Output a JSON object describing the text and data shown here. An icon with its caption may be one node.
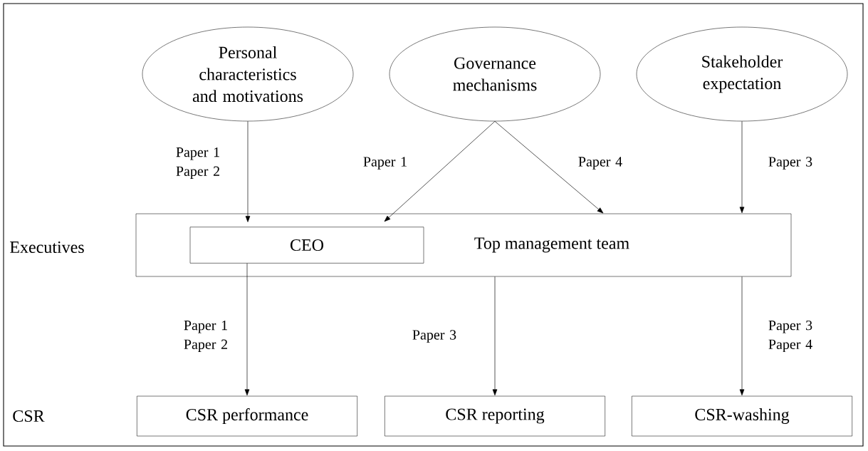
{
  "diagram": {
    "nodes": [
      {
        "text": [
          "Personal characteristics and motivations"
        ]
      },
      {
        "text": [
          "Governance mechanisms"
        ]
      },
      {
        "text": [
          "Stakeholder expectation"
        ]
      },
      {
        "text": [
          "Top management team"
        ]
      },
      {
        "text": [
          "CEO"
        ],
        "in": 3
      },
      {
        "text": [
          "CSR performance"
        ]
      },
      {
        "text": [
          "CSR reporting"
        ]
      },
      {
        "text": [
          "CSR-washing"
        ]
      }
    ],
    "edges": [
      {
        "from": 0,
        "to": 4,
        "arrow": "to",
        "label": "Paper 1 Paper 2"
      },
      {
        "from": 1,
        "to": 4,
        "arrow": "to",
        "label": "Paper 1"
      },
      {
        "from": 1,
        "to": 3,
        "arrow": "to",
        "label": "Paper 4"
      },
      {
        "from": 2,
        "to": 3,
        "arrow": "to",
        "label": "Paper 3"
      },
      {
        "from": 4,
        "to": 5,
        "arrow": "to",
        "label": "Paper 1 Paper 2"
      },
      {
        "from": 3,
        "to": 6,
        "arrow": "to",
        "label": "Paper 3"
      },
      {
        "from": 3,
        "to": 7,
        "arrow": "to",
        "label": "Paper 3 Paper 4"
      }
    ],
    "labels": [
      "Executives",
      "CSR"
    ]
  }
}
